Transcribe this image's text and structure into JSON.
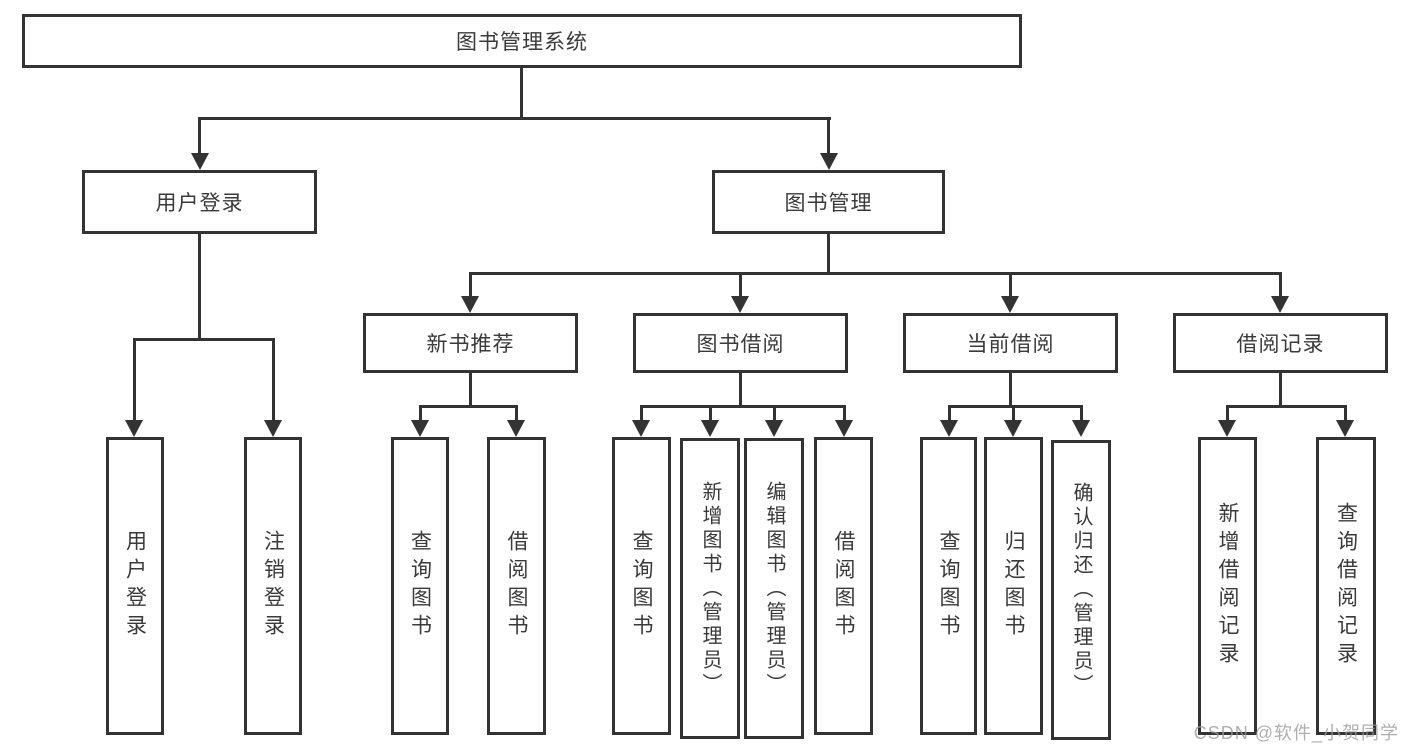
{
  "tree": {
    "label": "图书管理系统",
    "children": [
      {
        "label": "用户登录",
        "children": [
          {
            "label": "用户登录"
          },
          {
            "label": "注销登录"
          }
        ]
      },
      {
        "label": "图书管理",
        "children": [
          {
            "label": "新书推荐",
            "children": [
              {
                "label": "查询图书"
              },
              {
                "label": "借阅图书"
              }
            ]
          },
          {
            "label": "图书借阅",
            "children": [
              {
                "label": "查询图书"
              },
              {
                "label": "新增图书（管理员）"
              },
              {
                "label": "编辑图书（管理员）"
              },
              {
                "label": "借阅图书"
              }
            ]
          },
          {
            "label": "当前借阅",
            "children": [
              {
                "label": "查询图书"
              },
              {
                "label": "归还图书"
              },
              {
                "label": "确认归还（管理员）"
              }
            ]
          },
          {
            "label": "借阅记录",
            "children": [
              {
                "label": "新增借阅记录"
              },
              {
                "label": "查询借阅记录"
              }
            ]
          }
        ]
      }
    ]
  },
  "watermark": {
    "text": "CSDN @软件_小贺同学"
  },
  "colors": {
    "line": "#333333",
    "text": "#3a3a3a",
    "background": "#ffffff",
    "watermark": "#9b9b9b"
  }
}
